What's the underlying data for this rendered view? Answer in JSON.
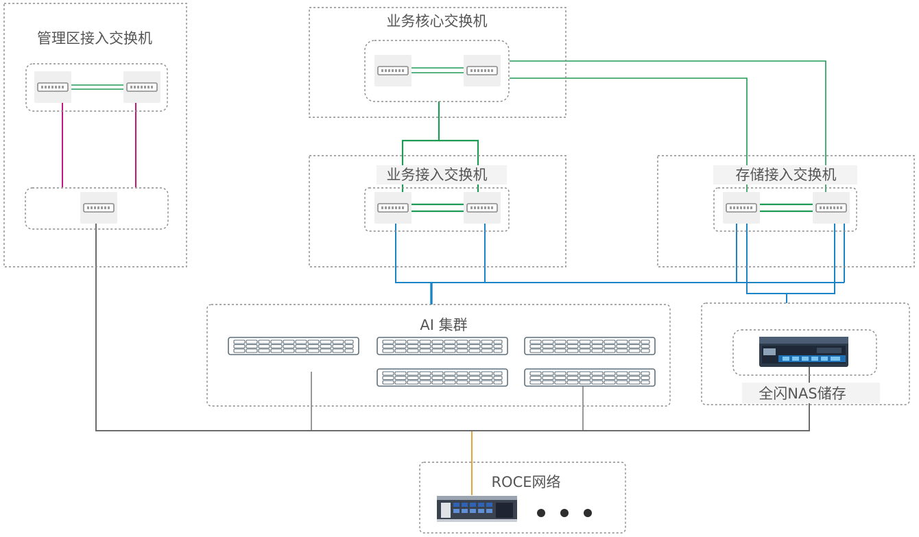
{
  "zones": {
    "mgmt": {
      "title": "管理区接入交换机"
    },
    "core": {
      "title": "业务核心交换机"
    },
    "biz_access": {
      "title": "业务接入交换机"
    },
    "storage_access": {
      "title": "存储接入交换机"
    },
    "ai_cluster": {
      "title": "AI 集群"
    },
    "nas": {
      "title": "全闪NAS储存"
    },
    "roce": {
      "title": "ROCE网络"
    }
  },
  "colors": {
    "management_link": "#c2187a",
    "core_link": "#1f9a55",
    "access_link": "#1c84c6",
    "roce_link": "#6b6b6b",
    "roce_uplink": "#e8a13a"
  },
  "icons": {
    "switch": "switch-icon",
    "server": "server-icon",
    "nas": "nas-storage-icon",
    "roce": "roce-switch-icon"
  }
}
